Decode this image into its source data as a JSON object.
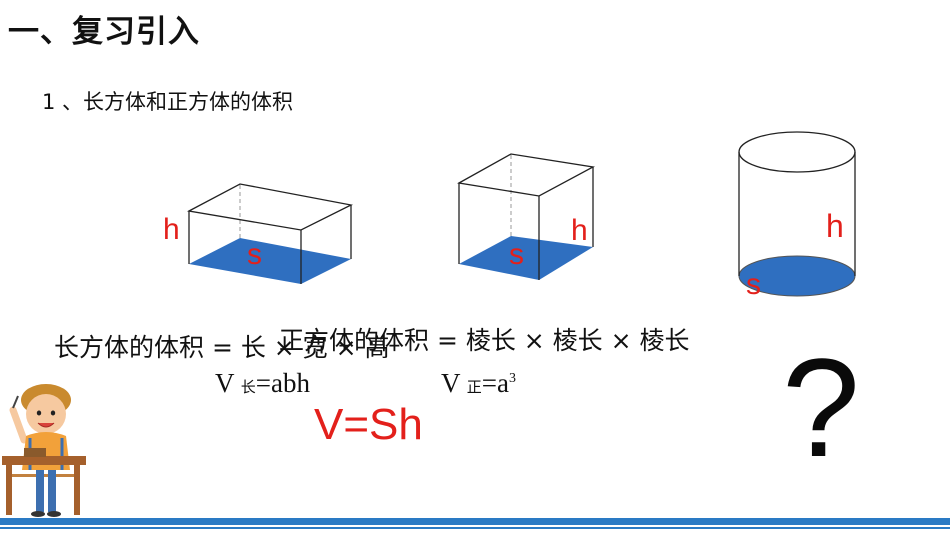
{
  "header": {
    "title": "一、复习引入"
  },
  "section": {
    "subtitle": "1 、长方体和正方体的体积"
  },
  "figures": {
    "cuboid": {
      "height_label": "h",
      "base_label": "s"
    },
    "cube": {
      "height_label": "h",
      "base_label": "s"
    },
    "cylinder": {
      "height_label": "h",
      "base_label": "s"
    }
  },
  "formulas": {
    "cuboid_text": "长方体的体积 = 长 × 宽 × 高",
    "cube_text": "正方体的体积 = 棱长 × 棱长 × 棱长",
    "v_cuboid": {
      "v": "V",
      "sub": "长",
      "rest": "=abh"
    },
    "v_cube": {
      "v": "V",
      "sub": "正",
      "rest": "=a",
      "sup": "3"
    },
    "general": "V=Sh"
  },
  "question_mark": "?",
  "colors": {
    "base_fill": "#2f6fc0",
    "label_red": "#e3201b",
    "bar_blue": "#2a7ac4"
  }
}
